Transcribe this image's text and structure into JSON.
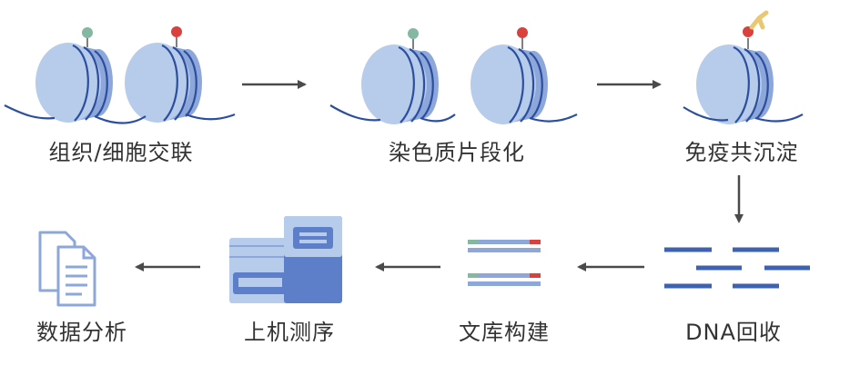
{
  "colors": {
    "nucleosome_light": "#b7cbea",
    "nucleosome_mid": "#8ea7da",
    "dna_strand": "#2b4f9e",
    "mark_green": "#84b8a2",
    "mark_red": "#d8413e",
    "antibody": "#e9c873",
    "arrow": "#4a4a4a",
    "fragment_blue": "#3d62b4",
    "library_blue": "#8ea7da",
    "adapter_green": "#84b8a2",
    "adapter_red": "#d8413e",
    "sequencer_light": "#b7cbea",
    "sequencer_dark": "#5d7fc9",
    "document": "#8ea7da",
    "label_text": "#333333"
  },
  "steps": [
    {
      "label": "组织/细胞交联",
      "icon": "crosslinked-chromatin-icon"
    },
    {
      "label": "染色质片段化",
      "icon": "fragmented-chromatin-icon"
    },
    {
      "label": "免疫共沉淀",
      "icon": "immunoprecipitation-icon"
    },
    {
      "label": "DNA回收",
      "icon": "dna-fragments-icon"
    },
    {
      "label": "文库构建",
      "icon": "library-fragments-icon"
    },
    {
      "label": "上机测序",
      "icon": "sequencer-icon"
    },
    {
      "label": "数据分析",
      "icon": "documents-icon"
    }
  ]
}
